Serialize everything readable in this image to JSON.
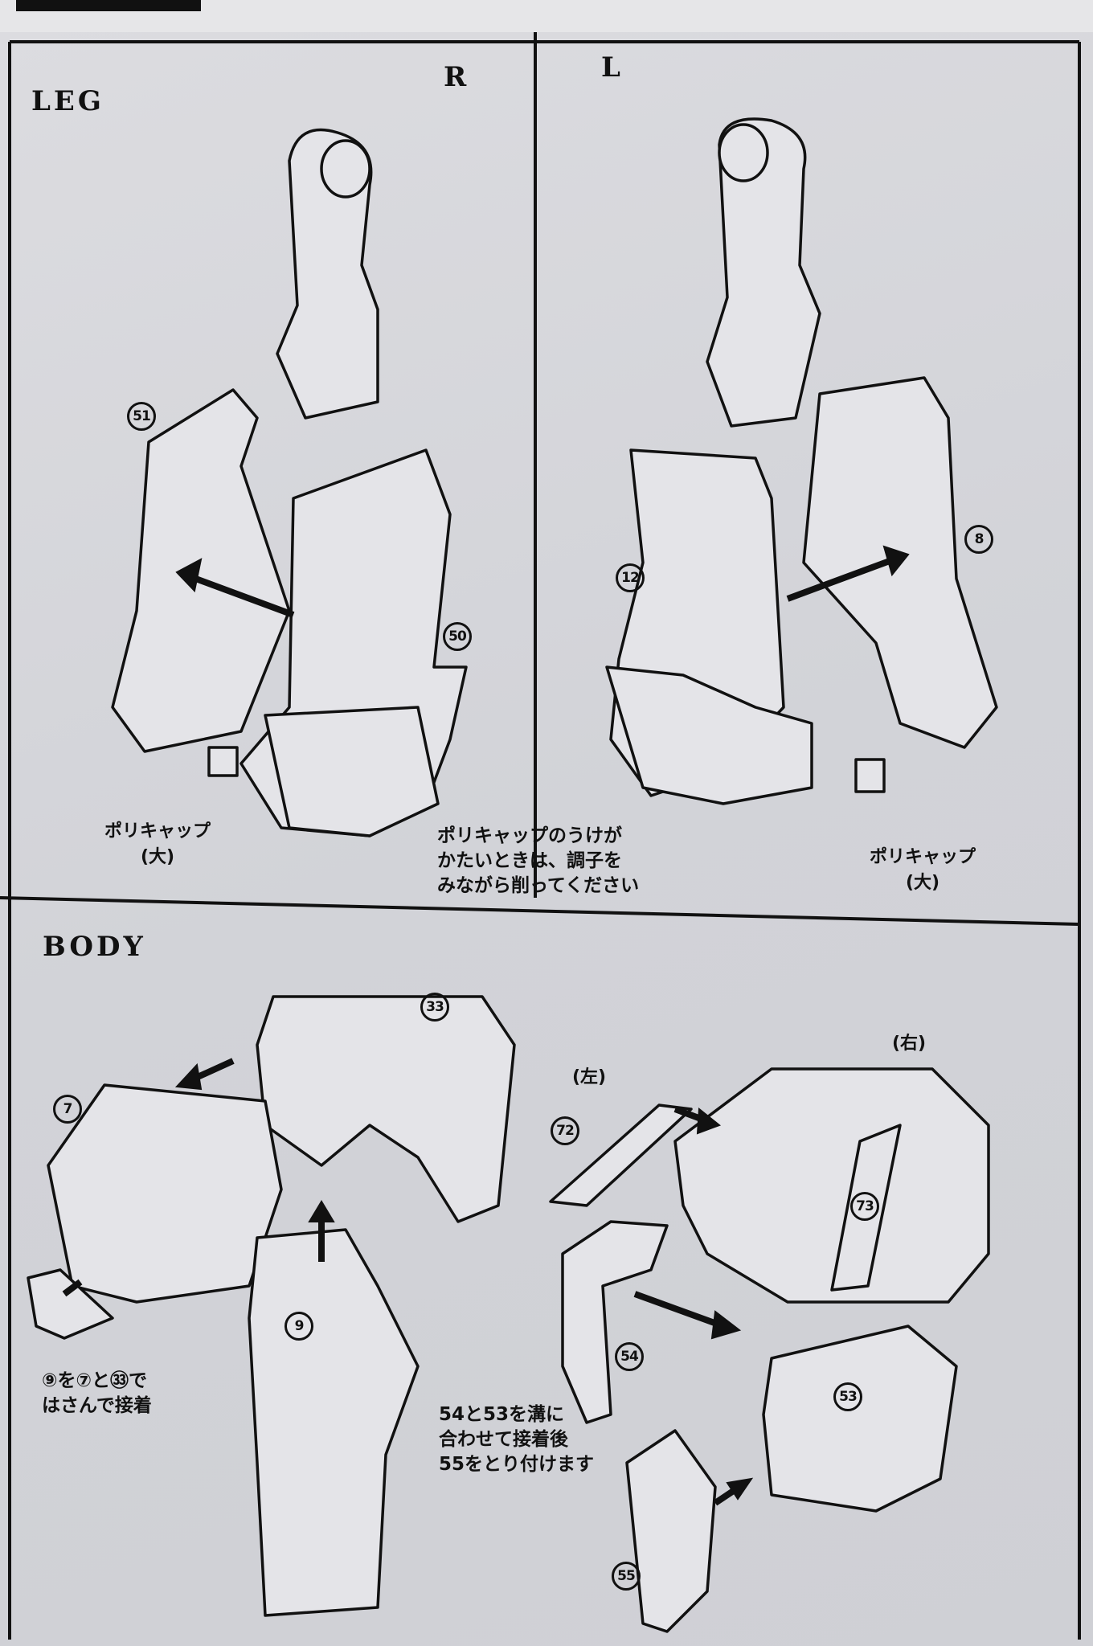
{
  "leg_section": {
    "title": "LEG",
    "right_label": "R",
    "left_label": "L",
    "parts_right": [
      "51",
      "50"
    ],
    "parts_left": [
      "12",
      "8"
    ],
    "polycap_left": {
      "line1": "ポリキャップ",
      "line2": "(大)"
    },
    "polycap_right": {
      "line1": "ポリキャップ",
      "line2": "(大)"
    },
    "center_note": "ポリキャップのうけが\nかたいときは、調子を\nみながら削ってください"
  },
  "body_section": {
    "title": "BODY",
    "side_left": "(左)",
    "side_right": "(右)",
    "parts": {
      "p33": "33",
      "p7": "7",
      "p9": "9",
      "p72": "72",
      "p73": "73",
      "p54": "54",
      "p53": "53",
      "p55": "55"
    },
    "note_left": "⑨を⑦と㉝で\nはさんで接着",
    "note_right": "54と53を溝に\n合わせて接着後\n55をとり付けます"
  }
}
